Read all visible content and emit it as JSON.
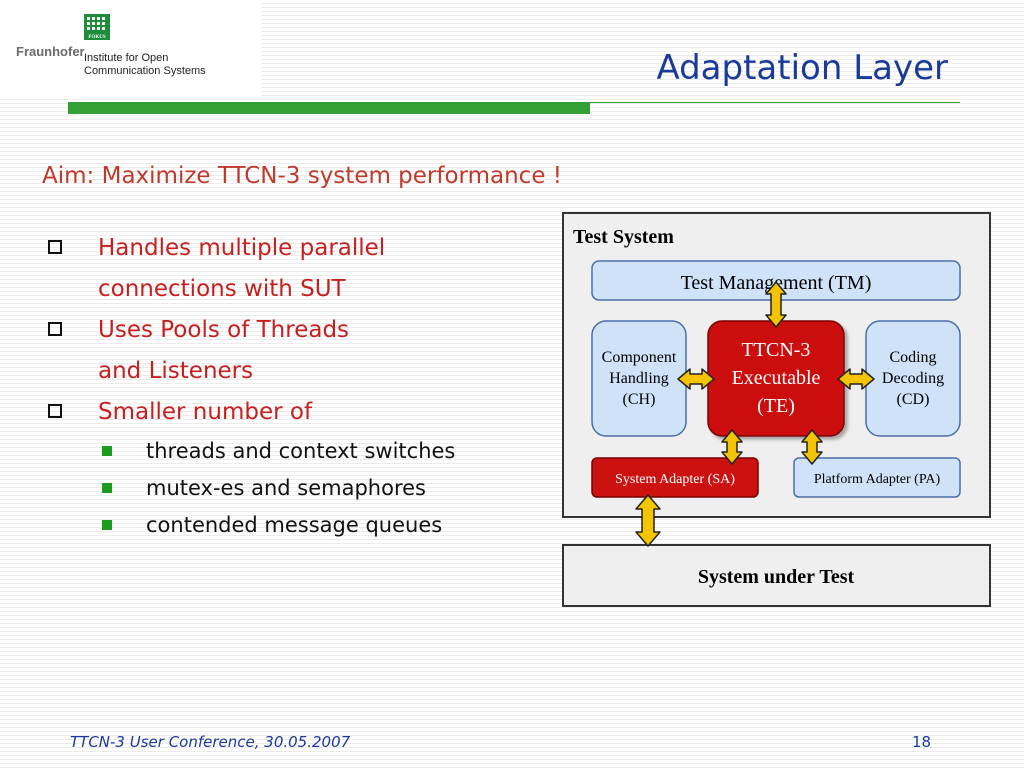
{
  "logo": {
    "badge": "FOKUS",
    "brand": "Fraunhofer",
    "institute_line1": "Institute for Open",
    "institute_line2": "Communication Systems"
  },
  "title": "Adaptation Layer",
  "aim": {
    "label": "Aim:",
    "text": "Maximize TTCN-3 system performance !"
  },
  "bullets": [
    {
      "lines": [
        "Handles multiple parallel",
        "connections with SUT"
      ]
    },
    {
      "lines": [
        "Uses Pools of Threads",
        "and Listeners"
      ]
    },
    {
      "lines": [
        "Smaller number of"
      ],
      "sub": [
        "threads and context switches",
        "mutex-es and semaphores",
        "contended message queues"
      ]
    }
  ],
  "diagram": {
    "test_system": "Test System",
    "tm": "Test Management (TM)",
    "ch": [
      "Component",
      "Handling",
      "(CH)"
    ],
    "te": [
      "TTCN-3",
      "Executable",
      "(TE)"
    ],
    "cd": [
      "Coding",
      "Decoding",
      "(CD)"
    ],
    "sa": "System Adapter (SA)",
    "pa": "Platform Adapter (PA)",
    "sut": "System under Test"
  },
  "colors": {
    "title": "#1a3a9a",
    "accent_red": "#c81e1e",
    "green": "#33a033",
    "te_fill": "#cc1111",
    "box_fill": "#cfe2f8",
    "arrow": "#f5c400"
  },
  "footer": {
    "left": "TTCN-3 User Conference, 30.05.2007",
    "page": "18"
  }
}
